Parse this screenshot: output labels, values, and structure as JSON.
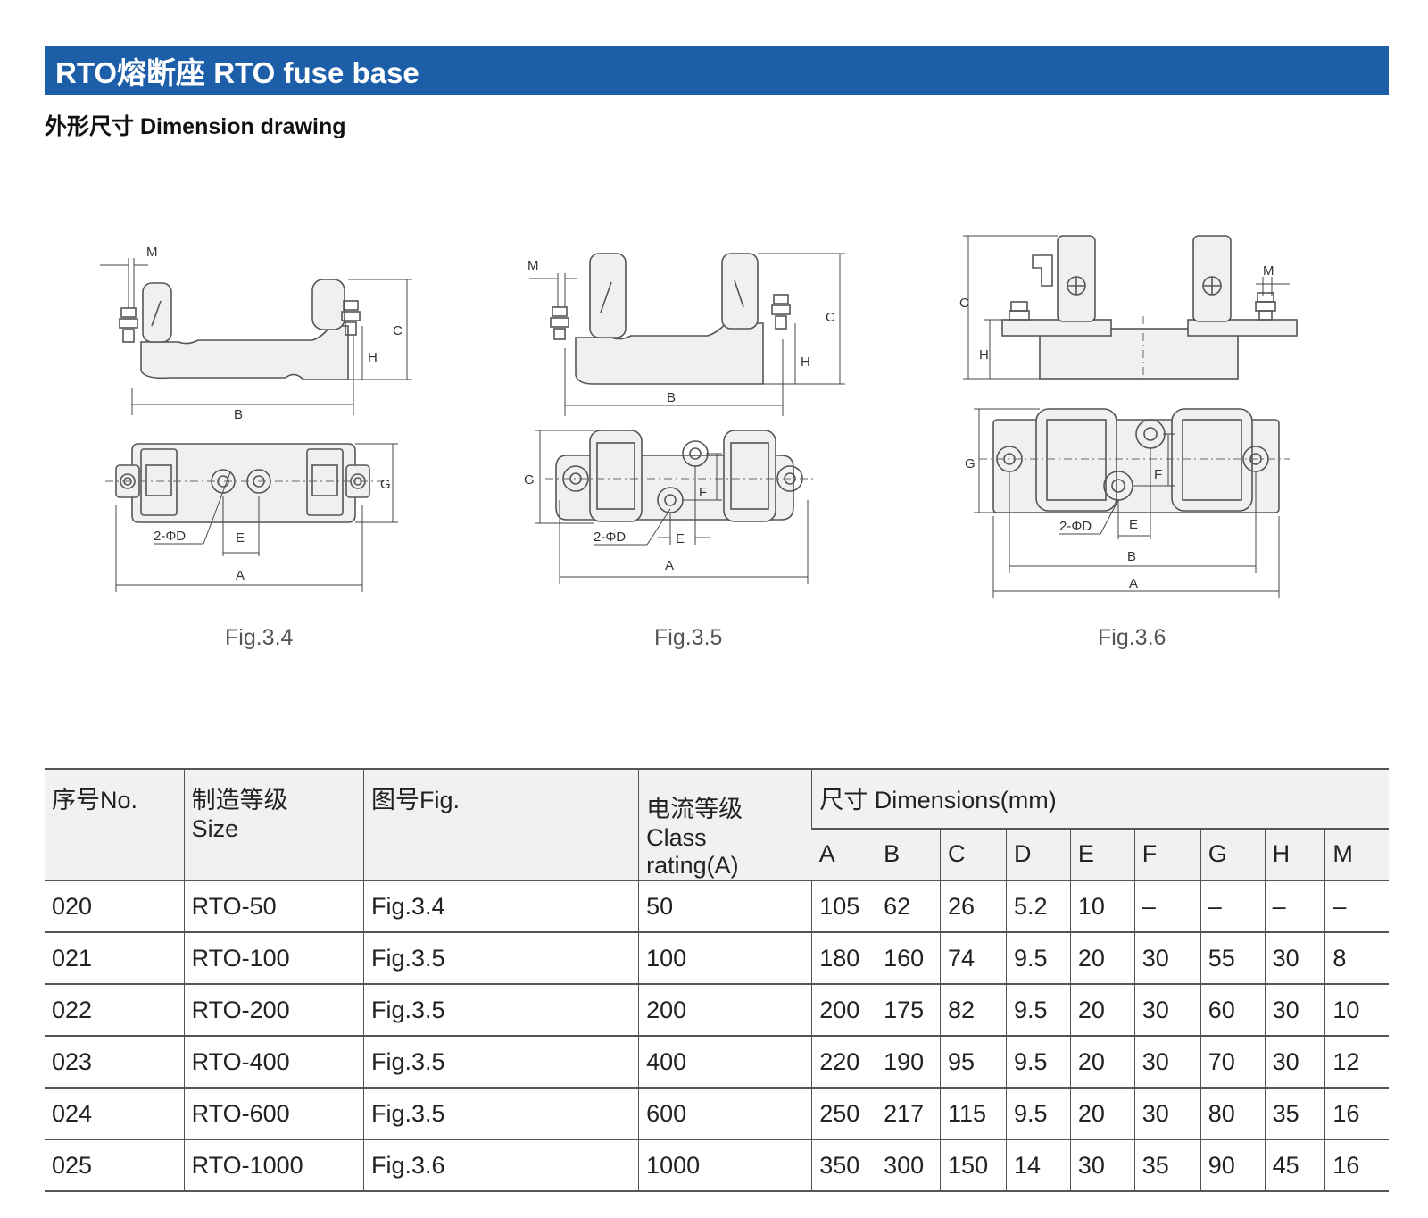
{
  "header": {
    "title": "RTO熔断座 RTO fuse base",
    "subtitle": "外形尺寸 Dimension drawing"
  },
  "figures": [
    {
      "caption": "Fig.3.4",
      "labels": {
        "m": "M",
        "b": "B",
        "h": "H",
        "c": "C",
        "g": "G",
        "d": "2-ΦD",
        "e": "E",
        "a": "A"
      }
    },
    {
      "caption": "Fig.3.5",
      "labels": {
        "m": "M",
        "b": "B",
        "h": "H",
        "c": "C",
        "g": "G",
        "f": "F",
        "d": "2-ΦD",
        "e": "E",
        "a": "A"
      }
    },
    {
      "caption": "Fig.3.6",
      "labels": {
        "m": "M",
        "c": "C",
        "h": "H",
        "g": "G",
        "f": "F",
        "d": "2-ΦD",
        "e": "E",
        "b": "B",
        "a": "A"
      }
    }
  ],
  "table": {
    "headers": {
      "no": "序号No.",
      "size_cn": "制造等级",
      "size_en": "Size",
      "fig": "图号Fig.",
      "class_cn": "电流等级",
      "class_en": "Class rating(A)",
      "dimensions": "尺寸 Dimensions(mm)",
      "dims": [
        "A",
        "B",
        "C",
        "D",
        "E",
        "F",
        "G",
        "H",
        "M"
      ]
    },
    "rows": [
      [
        "020",
        "RTO-50",
        "Fig.3.4",
        "50",
        "105",
        "62",
        "26",
        "5.2",
        "10",
        "–",
        "–",
        "–",
        "–"
      ],
      [
        "021",
        "RTO-100",
        "Fig.3.5",
        "100",
        "180",
        "160",
        "74",
        "9.5",
        "20",
        "30",
        "55",
        "30",
        "8"
      ],
      [
        "022",
        "RTO-200",
        "Fig.3.5",
        "200",
        "200",
        "175",
        "82",
        "9.5",
        "20",
        "30",
        "60",
        "30",
        "10"
      ],
      [
        "023",
        "RTO-400",
        "Fig.3.5",
        "400",
        "220",
        "190",
        "95",
        "9.5",
        "20",
        "30",
        "70",
        "30",
        "12"
      ],
      [
        "024",
        "RTO-600",
        "Fig.3.5",
        "600",
        "250",
        "217",
        "115",
        "9.5",
        "20",
        "30",
        "80",
        "35",
        "16"
      ],
      [
        "025",
        "RTO-1000",
        "Fig.3.6",
        "1000",
        "350",
        "300",
        "150",
        "14",
        "30",
        "35",
        "90",
        "45",
        "16"
      ]
    ]
  }
}
